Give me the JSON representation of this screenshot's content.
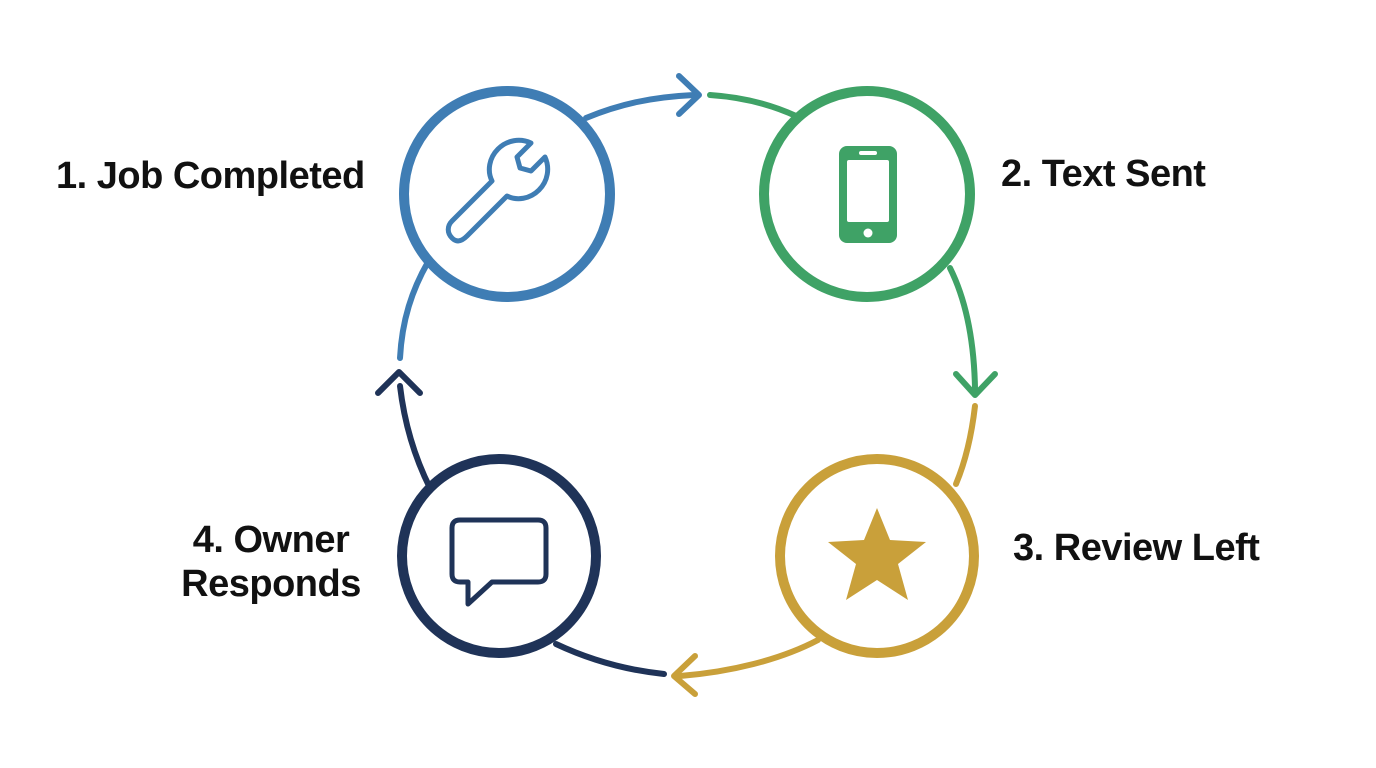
{
  "steps": [
    {
      "label": "1. Job Completed",
      "icon": "wrench-icon",
      "color": "#3F7DB4"
    },
    {
      "label": "2. Text Sent",
      "icon": "smartphone-icon",
      "color": "#3FA266"
    },
    {
      "label": "3. Review Left",
      "icon": "star-icon",
      "color": "#C9A03A"
    },
    {
      "label_line1": "4. Owner",
      "label_line2": "Responds",
      "icon": "speech-bubble-icon",
      "color": "#1F3358"
    }
  ]
}
